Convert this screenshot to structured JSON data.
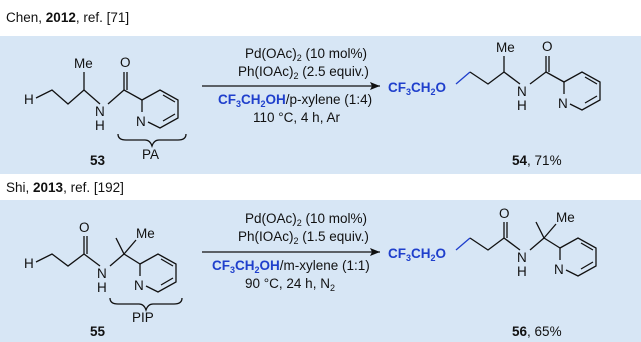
{
  "schemes": [
    {
      "author": "Chen",
      "year": "2012",
      "ref": "ref. [71]",
      "reagent1": "Pd(OAc)2 (10 mol%)",
      "reagent2": "Ph(IOAc)2 (2.5 equiv.)",
      "solvent_mix": "/p-xylene (1:4)",
      "conditions": "110 °C, 4 h, Ar",
      "substrate_label": "53",
      "group_label": "PA",
      "product_label": "54",
      "yield": "71%"
    },
    {
      "author": "Shi",
      "year": "2013",
      "ref": "ref. [192]",
      "reagent1": "Pd(OAc)2 (10 mol%)",
      "reagent2": "Ph(IOAc)2 (1.5 equiv.)",
      "solvent_mix": "/m-xylene (1:1)",
      "conditions": "90 °C, 24 h, N2",
      "substrate_label": "55",
      "group_label": "PIP",
      "product_label": "56",
      "yield": "65%"
    }
  ],
  "colors": {
    "panel": "#d7e6f5",
    "reagent_blue": "#1f3fcc"
  }
}
